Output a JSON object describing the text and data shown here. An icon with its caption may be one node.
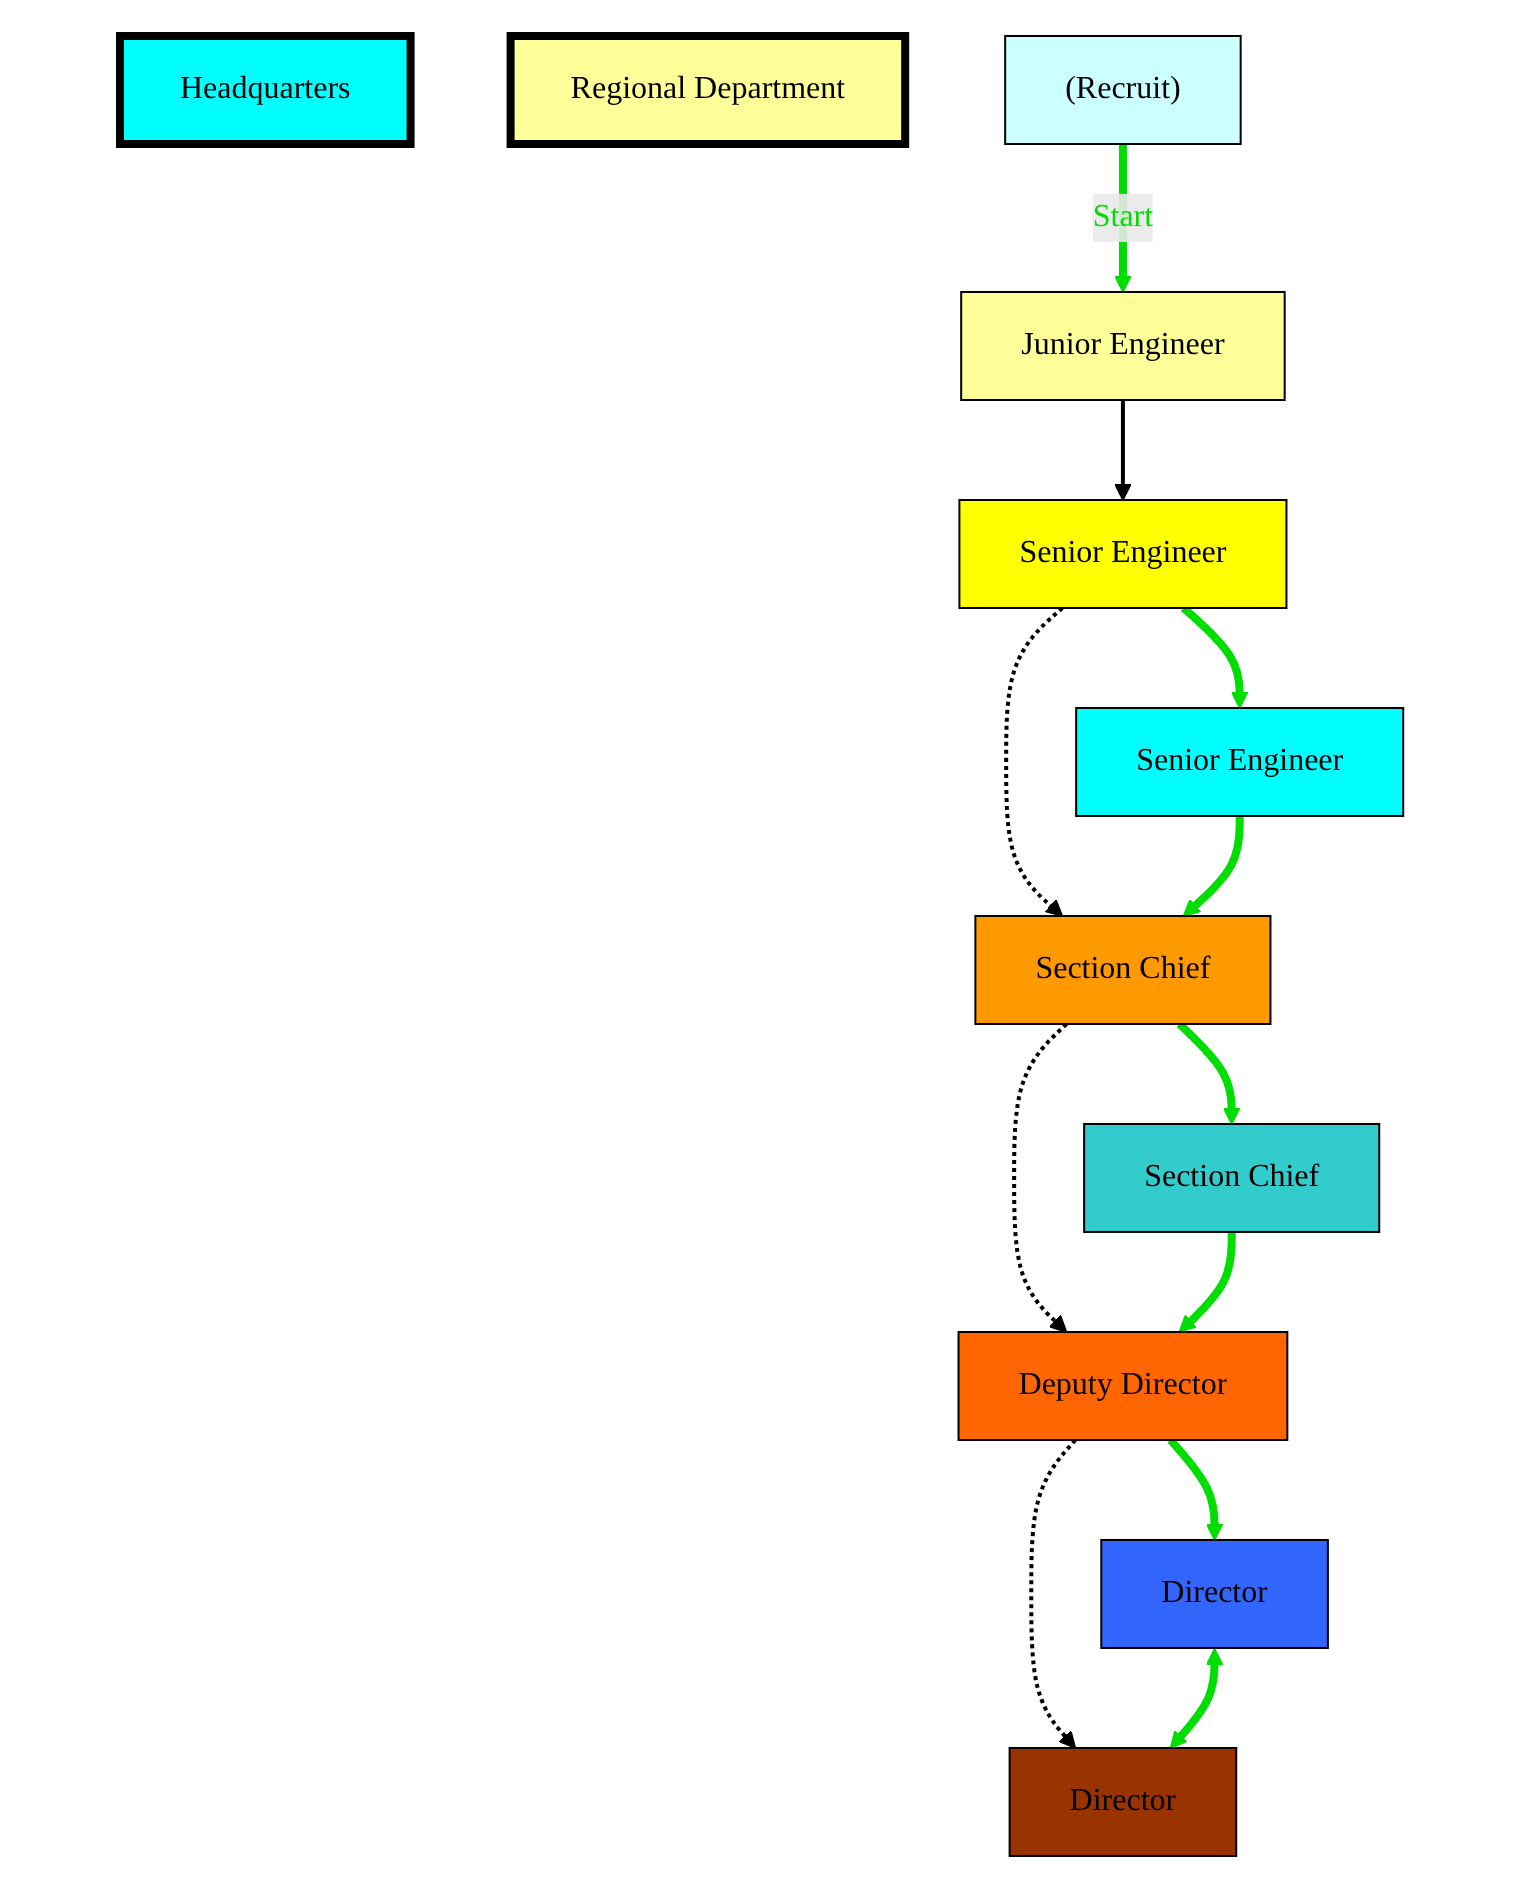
{
  "diagram": {
    "nodes": [
      {
        "text": [
          "Headquarters"
        ]
      },
      {
        "text": [
          "Regional Department"
        ]
      },
      {
        "text": [
          "(Recruit)"
        ]
      },
      {
        "text": [
          "Junior Engineer"
        ]
      },
      {
        "text": [
          "Senior Engineer"
        ]
      },
      {
        "text": [
          "Senior Engineer"
        ]
      },
      {
        "text": [
          "Section Chief"
        ]
      },
      {
        "text": [
          "Section Chief"
        ]
      },
      {
        "text": [
          "Deputy Director"
        ]
      },
      {
        "text": [
          "Director"
        ]
      },
      {
        "text": [
          "Director"
        ]
      }
    ],
    "edges": [
      {
        "from": 2,
        "to": 3,
        "arrow": "to",
        "label": "Start"
      },
      {
        "from": 3,
        "to": 4,
        "arrow": "to",
        "color": "#000000"
      },
      {
        "from": 4,
        "to": 5,
        "arrow": "to"
      },
      {
        "from": 4,
        "to": 6,
        "arrow": "to",
        "style": "dashed",
        "color": "#000000"
      },
      {
        "from": 5,
        "to": 6,
        "arrow": "to"
      },
      {
        "from": 6,
        "to": 7,
        "arrow": "to"
      },
      {
        "from": 6,
        "to": 8,
        "arrow": "to",
        "style": "dashed",
        "color": "#000000"
      },
      {
        "from": 7,
        "to": 8,
        "arrow": "to"
      },
      {
        "from": 8,
        "to": 9,
        "arrow": "to"
      },
      {
        "from": 8,
        "to": 10,
        "arrow": "to",
        "style": "dashed",
        "color": "#000000"
      },
      {
        "from": 9,
        "to": 10,
        "arrow": "both"
      }
    ]
  }
}
